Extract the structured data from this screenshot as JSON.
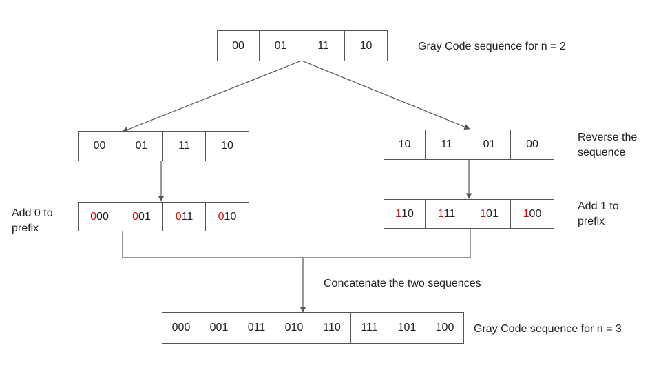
{
  "top": {
    "cells": [
      "00",
      "01",
      "11",
      "10"
    ],
    "label": "Gray Code sequence for n = 2"
  },
  "left_copy": {
    "cells": [
      "00",
      "01",
      "11",
      "10"
    ]
  },
  "right_reversed": {
    "cells": [
      "10",
      "11",
      "01",
      "00"
    ],
    "label_line1": "Reverse the",
    "label_line2": "sequence"
  },
  "left_prefixed": {
    "cells": [
      {
        "prefix": "0",
        "rest": "00"
      },
      {
        "prefix": "0",
        "rest": "01"
      },
      {
        "prefix": "0",
        "rest": "11"
      },
      {
        "prefix": "0",
        "rest": "10"
      }
    ],
    "label_line1": "Add 0 to",
    "label_line2": "prefix"
  },
  "right_prefixed": {
    "cells": [
      {
        "prefix": "1",
        "rest": "10"
      },
      {
        "prefix": "1",
        "rest": "11"
      },
      {
        "prefix": "1",
        "rest": "01"
      },
      {
        "prefix": "1",
        "rest": "00"
      }
    ],
    "label_line1": "Add 1 to",
    "label_line2": "prefix"
  },
  "concat_label": "Concatenate the two sequences",
  "bottom": {
    "cells": [
      "000",
      "001",
      "011",
      "010",
      "110",
      "111",
      "101",
      "100"
    ],
    "label": "Gray Code sequence for n = 3"
  },
  "colors": {
    "prefix": "#e00000",
    "border": "#555555",
    "arrow": "#555555"
  }
}
